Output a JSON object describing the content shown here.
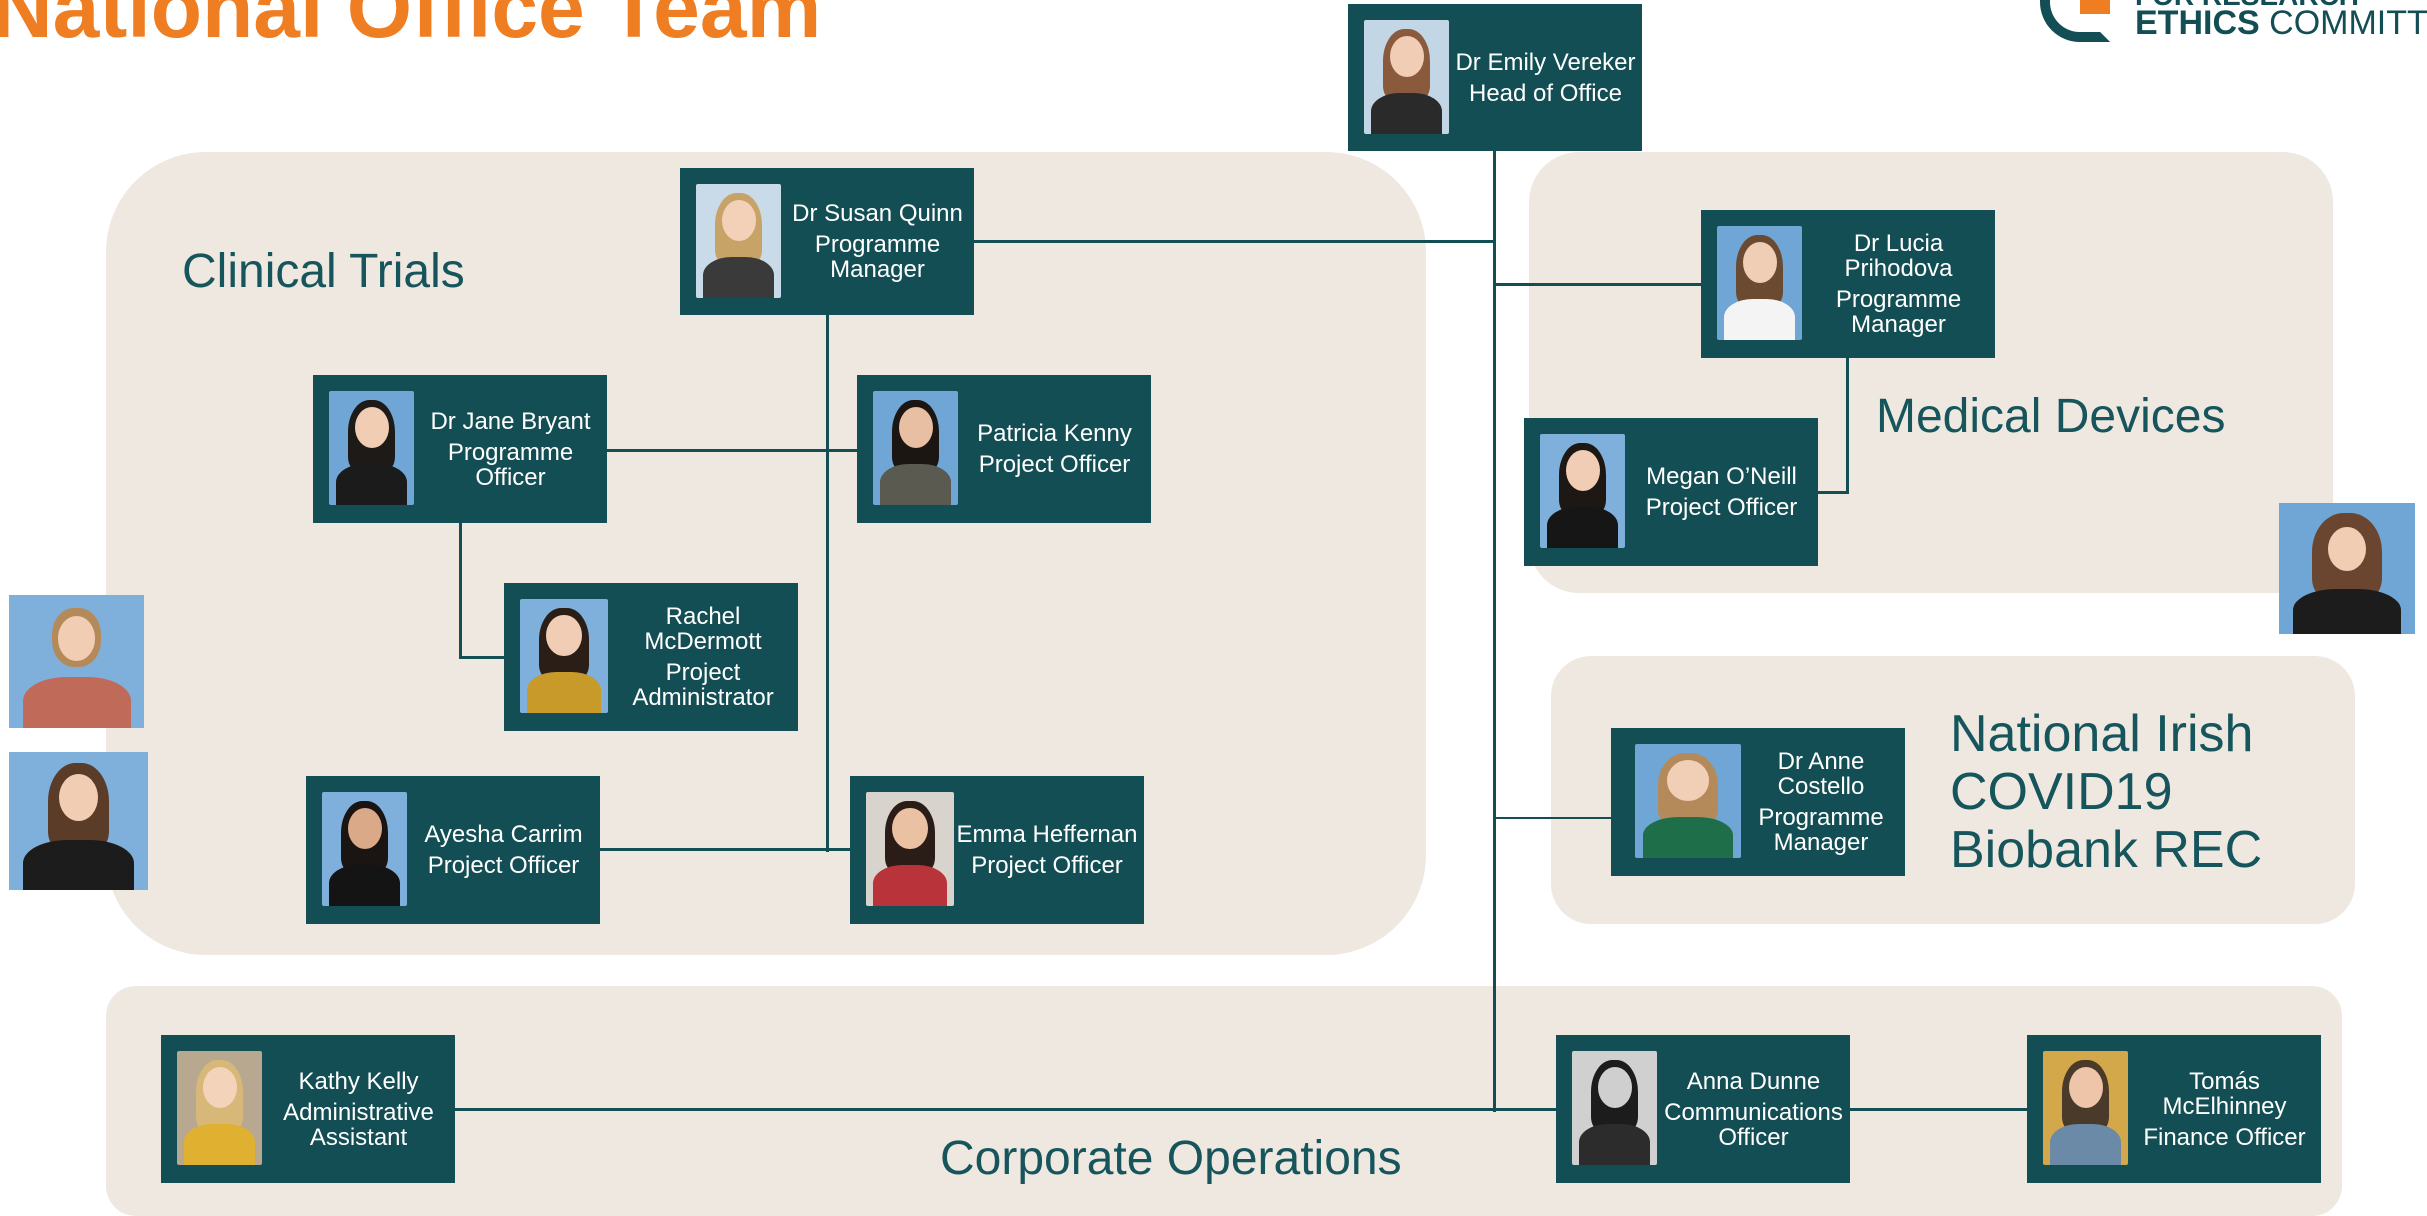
{
  "page": {
    "title": "National Office Team"
  },
  "logo": {
    "line1": "FOR RESEARCH",
    "line2_bold": "ETHICS",
    "line2_rest": " COMMITTEE"
  },
  "sections": {
    "clinical_trials": "Clinical Trials",
    "medical_devices": "Medical Devices",
    "biobank_l1": "National Irish",
    "biobank_l2": "COVID19",
    "biobank_l3": "Biobank REC",
    "corporate": "Corporate Operations"
  },
  "people": {
    "head": {
      "name": "Dr Emily Vereker",
      "role": "Head of Office",
      "photo_icon": "portrait-photo"
    },
    "susan": {
      "name": "Dr Susan Quinn",
      "role": "Programme Manager"
    },
    "jane": {
      "name": "Dr Jane Bryant",
      "role": "Programme Officer"
    },
    "patricia": {
      "name": "Patricia Kenny",
      "role": "Project Officer"
    },
    "rachel": {
      "name": "Rachel McDermott",
      "role": "Project Administrator"
    },
    "ayesha": {
      "name": "Ayesha Carrim",
      "role": "Project Officer"
    },
    "emma": {
      "name": "Emma Heffernan",
      "role": "Project Officer"
    },
    "lucia": {
      "name": "Dr Lucia Prihodova",
      "role": "Programme Manager"
    },
    "megan": {
      "name": "Megan O’Neill",
      "role": "Project Officer"
    },
    "anne": {
      "name": "Dr Anne Costello",
      "role": "Programme Manager"
    },
    "kathy": {
      "name": "Kathy Kelly",
      "role": "Administrative Assistant"
    },
    "anna": {
      "name": "Anna Dunne",
      "role": "Communications Officer"
    },
    "tomas": {
      "name": "Tomás McElhinney",
      "role": "Finance Officer"
    }
  },
  "colors": {
    "card": "#134e54",
    "section": "#efe8e1",
    "title": "#ef7d22"
  }
}
